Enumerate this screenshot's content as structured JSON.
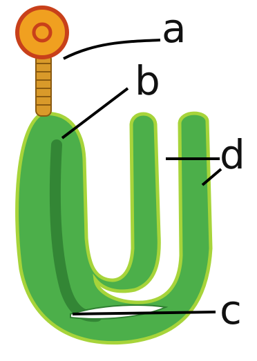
{
  "labels": {
    "a": "a",
    "b": "b",
    "c": "c",
    "d": "d"
  },
  "colors": {
    "body_green": "#4caf4a",
    "body_dark": "#2f7f31",
    "body_outline": "#a7d43a",
    "stalk": "#d99a2a",
    "head_outer": "#f0a020",
    "head_ring": "#c8401a",
    "line": "#000000"
  }
}
